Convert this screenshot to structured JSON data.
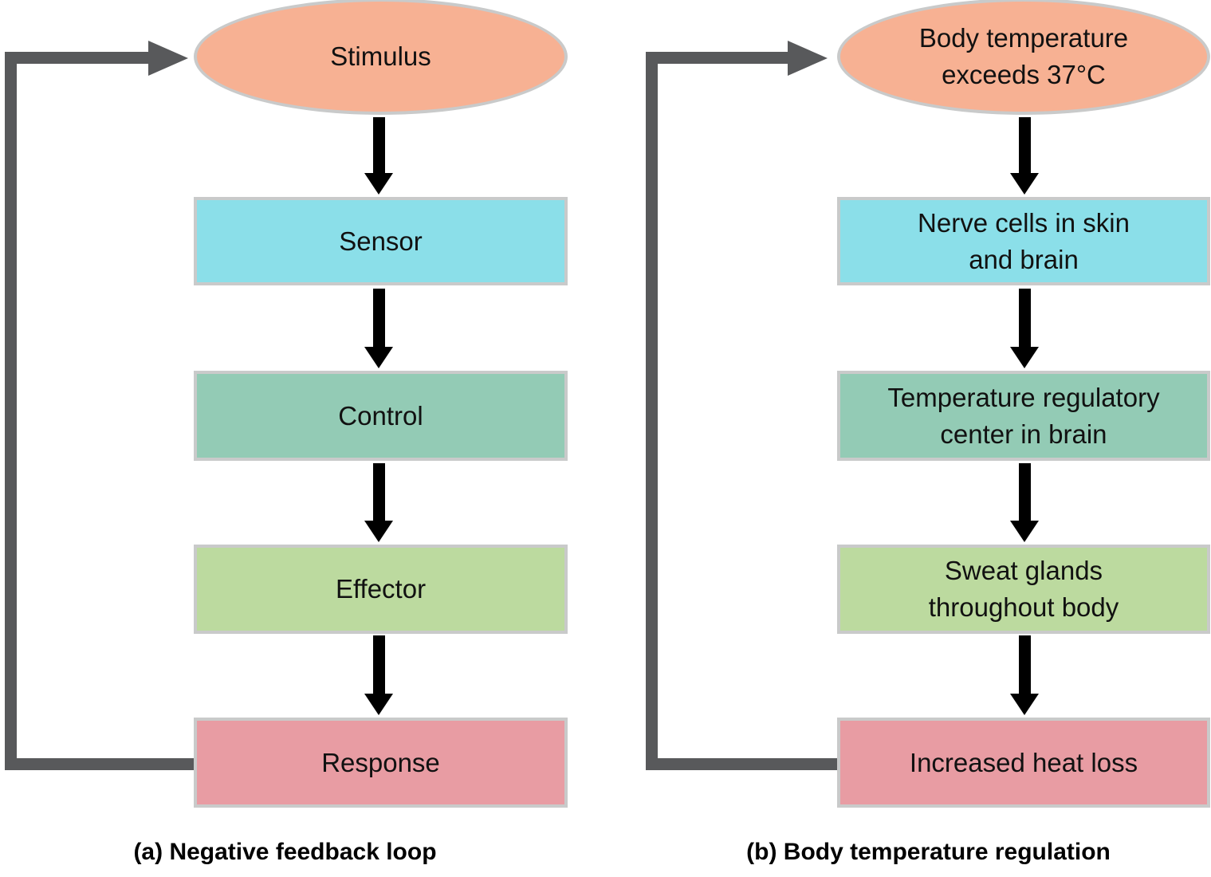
{
  "figure": {
    "colors": {
      "stimulus_fill": "#f7b193",
      "sensor_fill": "#8bdfe9",
      "control_fill": "#93cbb5",
      "effector_fill": "#bcda9f",
      "response_fill": "#e89ca3",
      "loop_line": "#58595b",
      "connector_arrow": "#000000",
      "shape_outline": "#c9caca"
    },
    "diagrams": [
      {
        "caption": "(a) Negative feedback loop",
        "nodes": [
          {
            "shape": "ellipse",
            "role": "stimulus",
            "label": "Stimulus"
          },
          {
            "shape": "rect",
            "role": "sensor",
            "label": "Sensor"
          },
          {
            "shape": "rect",
            "role": "control",
            "label": "Control"
          },
          {
            "shape": "rect",
            "role": "effector",
            "label": "Effector"
          },
          {
            "shape": "rect",
            "role": "response",
            "label": "Response"
          }
        ]
      },
      {
        "caption": "(b) Body temperature regulation",
        "nodes": [
          {
            "shape": "ellipse",
            "role": "stimulus",
            "label": "Body temperature\nexceeds 37°C"
          },
          {
            "shape": "rect",
            "role": "sensor",
            "label": "Nerve cells in skin\nand brain"
          },
          {
            "shape": "rect",
            "role": "control",
            "label": "Temperature regulatory\ncenter in brain"
          },
          {
            "shape": "rect",
            "role": "effector",
            "label": "Sweat glands\nthroughout body"
          },
          {
            "shape": "rect",
            "role": "response",
            "label": "Increased heat loss"
          }
        ]
      }
    ]
  }
}
